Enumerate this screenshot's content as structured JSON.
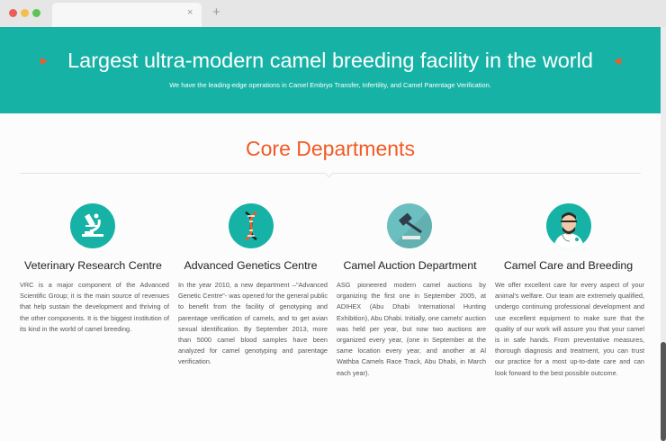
{
  "browser": {
    "close_glyph": "×",
    "new_tab_glyph": "+"
  },
  "hero": {
    "title": "Largest ultra-modern camel breeding facility in the world",
    "subtitle": "We have the leading-edge operations in Camel Embryo Transfer, Infertility, and Camel Parentage Verification."
  },
  "section": {
    "title": "Core Departments"
  },
  "departments": [
    {
      "icon": "microscope-icon",
      "title": "Veterinary Research Centre",
      "text": "VRC is a major component of the Advanced Scientific Group; it is the main source of revenues that help sustain the development and thriving of the other components. It is the biggest institution of its kind in the world of camel breeding."
    },
    {
      "icon": "dna-icon",
      "title": "Advanced Genetics Centre",
      "text": "In the year 2010, a new department –\"Advanced Genetic Centre\"- was opened for the general public to benefit from the facility of genotyping and parentage verification of camels, and to get avian sexual identification. By September 2013, more than 5000 camel blood samples have been analyzed for camel genotyping and parentage verification."
    },
    {
      "icon": "gavel-icon",
      "title": "Camel Auction Department",
      "text": "ASG pioneered modern camel auctions by organizing the first one in September 2005, at ADIHEX (Abu Dhabi International Hunting Exhibition), Abu Dhabi. Initially, one camels' auction was held per year, but now two auctions are organized every year, (one in September at the same location every year, and another at Al Wathba Camels Race Track, Abu Dhabi, in March each year)."
    },
    {
      "icon": "doctor-icon",
      "title": "Camel Care and Breeding",
      "text": "We offer excellent care for every aspect of your animal's welfare. Our team are extremely qualified, undergo continuing professional development and use excellent equipment to make sure that the quality of our work will assure you that your camel is in safe hands. From preventative measures, thorough diagnosis and treatment, you can trust our practice for a most up-to-date care and can look forward to the best possible outcome."
    }
  ],
  "colors": {
    "hero_bg": "#17b2a6",
    "accent": "#f15a24",
    "icon_bg": "#17b2a6",
    "text": "#555555",
    "heading": "#222222"
  }
}
